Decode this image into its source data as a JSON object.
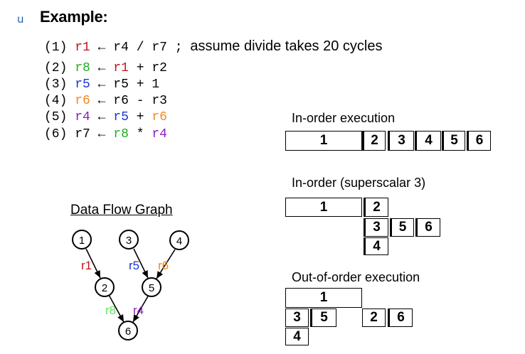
{
  "bullet": "u",
  "heading": "Example:",
  "instructions": [
    {
      "num": "(1)",
      "dest": {
        "t": "r1",
        "c": "#c0141a"
      },
      "arrow": "←",
      "src1": {
        "t": "r4",
        "c": "#000000"
      },
      "op": "/",
      "src2": {
        "t": "r7",
        "c": "#000000"
      },
      "semi": ";",
      "comment": "assume divide takes 20 cycles"
    },
    {
      "num": "(2)",
      "dest": {
        "t": "r8",
        "c": "#1fb01f"
      },
      "arrow": "←",
      "src1": {
        "t": "r1",
        "c": "#c0141a"
      },
      "op": "+",
      "src2": {
        "t": "r2",
        "c": "#000000"
      }
    },
    {
      "num": "(3)",
      "dest": {
        "t": "r5",
        "c": "#1a35d6"
      },
      "arrow": "←",
      "src1": {
        "t": "r5",
        "c": "#000000"
      },
      "op": "+",
      "src2": {
        "t": "1",
        "c": "#000000"
      }
    },
    {
      "num": "(4)",
      "dest": {
        "t": "r6",
        "c": "#f08a1c"
      },
      "arrow": "←",
      "src1": {
        "t": "r6",
        "c": "#000000"
      },
      "op": "-",
      "src2": {
        "t": "r3",
        "c": "#000000"
      }
    },
    {
      "num": "(5)",
      "dest": {
        "t": "r4",
        "c": "#8a1fbf"
      },
      "arrow": "←",
      "src1": {
        "t": "r5",
        "c": "#1a35d6"
      },
      "op": "+",
      "src2": {
        "t": "r6",
        "c": "#f08a1c"
      }
    },
    {
      "num": "(6)",
      "dest": {
        "t": "r7",
        "c": "#000000"
      },
      "arrow": "←",
      "src1": {
        "t": "r8",
        "c": "#1fb01f"
      },
      "op": "*",
      "src2": {
        "t": "r4",
        "c": "#8a1fbf"
      }
    }
  ],
  "dfg": {
    "title": "Data Flow Graph",
    "nodes": [
      "1",
      "2",
      "3",
      "4",
      "5",
      "6"
    ],
    "edge_labels": [
      {
        "t": "r1",
        "c": "#c0141a"
      },
      {
        "t": "r5",
        "c": "#1a35d6"
      },
      {
        "t": "r6",
        "c": "#f08a1c"
      },
      {
        "t": "r8",
        "c": "#66e066"
      },
      {
        "t": "r4",
        "c": "#8a1fbf"
      }
    ]
  },
  "sections": {
    "inorder": {
      "title": "In-order execution",
      "boxes": [
        "1",
        "2",
        "3",
        "4",
        "5",
        "6"
      ]
    },
    "superscalar": {
      "title": "In-order (superscalar 3)",
      "boxes": [
        "1",
        "2",
        "3",
        "5",
        "6",
        "4"
      ]
    },
    "ooo": {
      "title": "Out-of-order execution",
      "boxes": [
        "1",
        "3",
        "5",
        "2",
        "6",
        "4"
      ]
    }
  }
}
